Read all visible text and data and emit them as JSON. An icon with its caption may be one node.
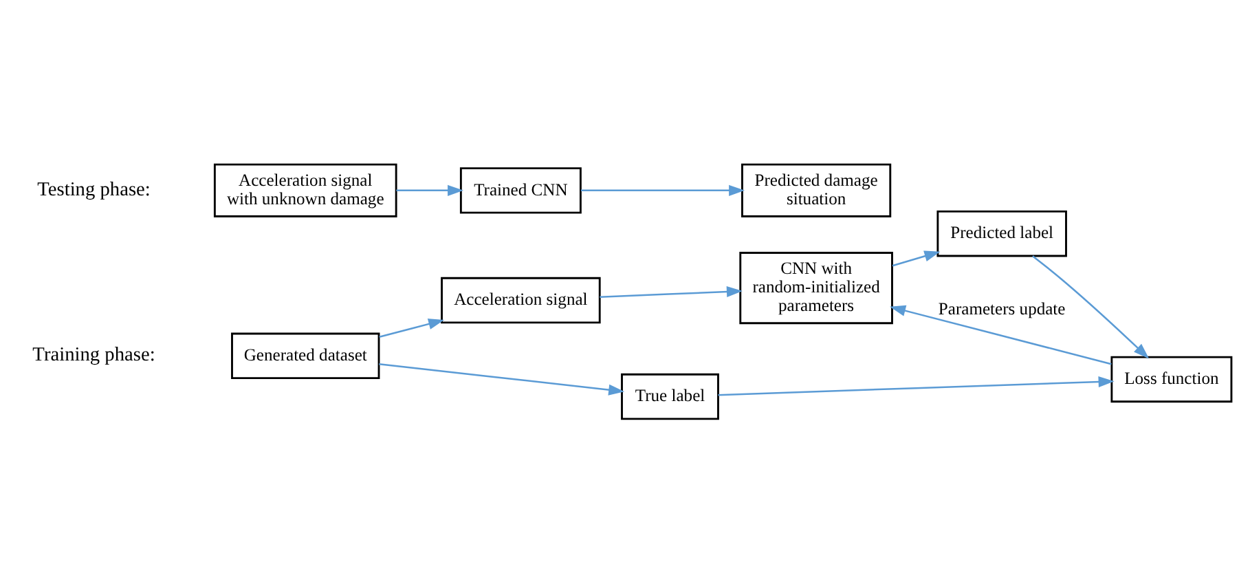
{
  "diagram": {
    "nodes": [
      {
        "text": [
          "Generated dataset"
        ]
      },
      {
        "text": [
          "Acceleration signal"
        ]
      },
      {
        "text": [
          "CNN with random-initialized parameters"
        ]
      },
      {
        "text": [
          "Predicted label"
        ]
      },
      {
        "text": [
          "True label"
        ]
      },
      {
        "text": [
          "Loss function"
        ]
      },
      {
        "text": [
          "Acceleration signal with unknown damage"
        ]
      },
      {
        "text": [
          "Trained CNN"
        ]
      },
      {
        "text": [
          "Predicted damage situation"
        ]
      }
    ],
    "edges": [
      {
        "from": 0,
        "to": 1,
        "arrow": "to"
      },
      {
        "from": 0,
        "to": 4,
        "arrow": "to"
      },
      {
        "from": 1,
        "to": 2,
        "arrow": "to"
      },
      {
        "from": 2,
        "to": 3,
        "arrow": "to"
      },
      {
        "from": 3,
        "to": 5,
        "arrow": "to"
      },
      {
        "from": 4,
        "to": 5,
        "arrow": "to"
      },
      {
        "from": 5,
        "to": 2,
        "arrow": "to",
        "label": "Parameters update"
      },
      {
        "from": 6,
        "to": 7,
        "arrow": "to"
      },
      {
        "from": 7,
        "to": 8,
        "arrow": "to"
      }
    ],
    "labels": [
      "Training phase:",
      "Testing phase:"
    ]
  }
}
